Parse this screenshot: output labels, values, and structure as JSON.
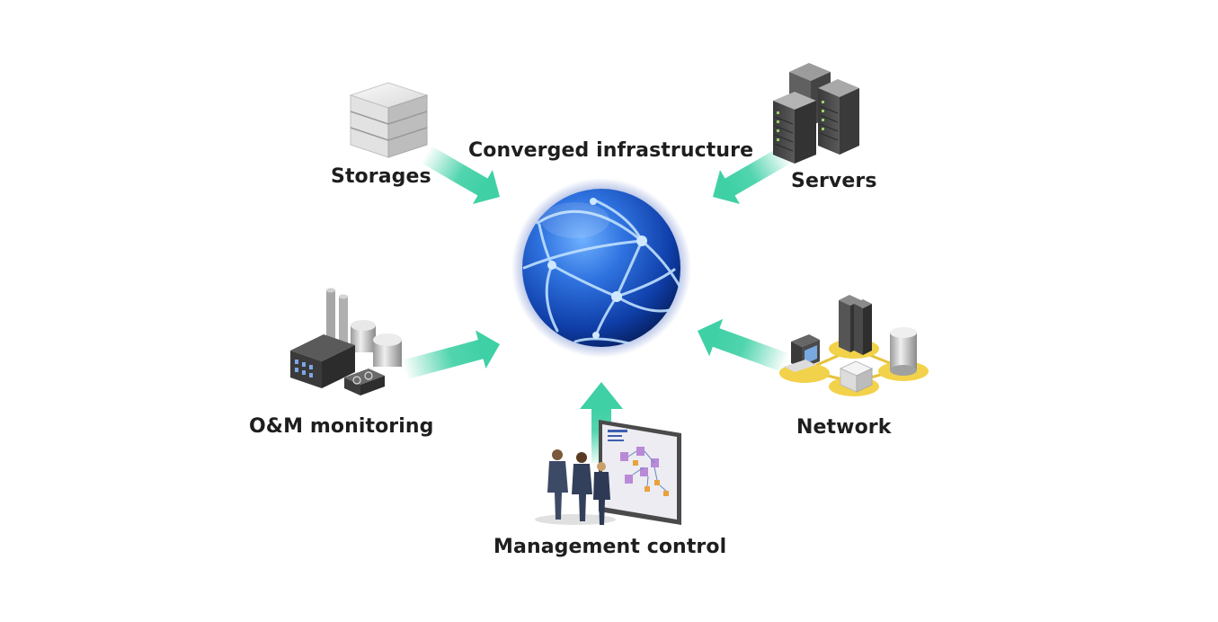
{
  "title": "Converged infrastructure",
  "nodes": {
    "storages": "Storages",
    "servers": "Servers",
    "om_monitoring": "O&M monitoring",
    "network": "Network",
    "management_control": "Management control"
  },
  "colors": {
    "arrow": "#3fd0a6",
    "globe_dark": "#0a2a7a",
    "globe_light": "#3f86f0",
    "network_base": "#f2d24a"
  },
  "icons": [
    "storage-stack-icon",
    "server-rack-icon",
    "factory-icon",
    "network-topology-icon",
    "presentation-board-icon",
    "globe-icon"
  ]
}
